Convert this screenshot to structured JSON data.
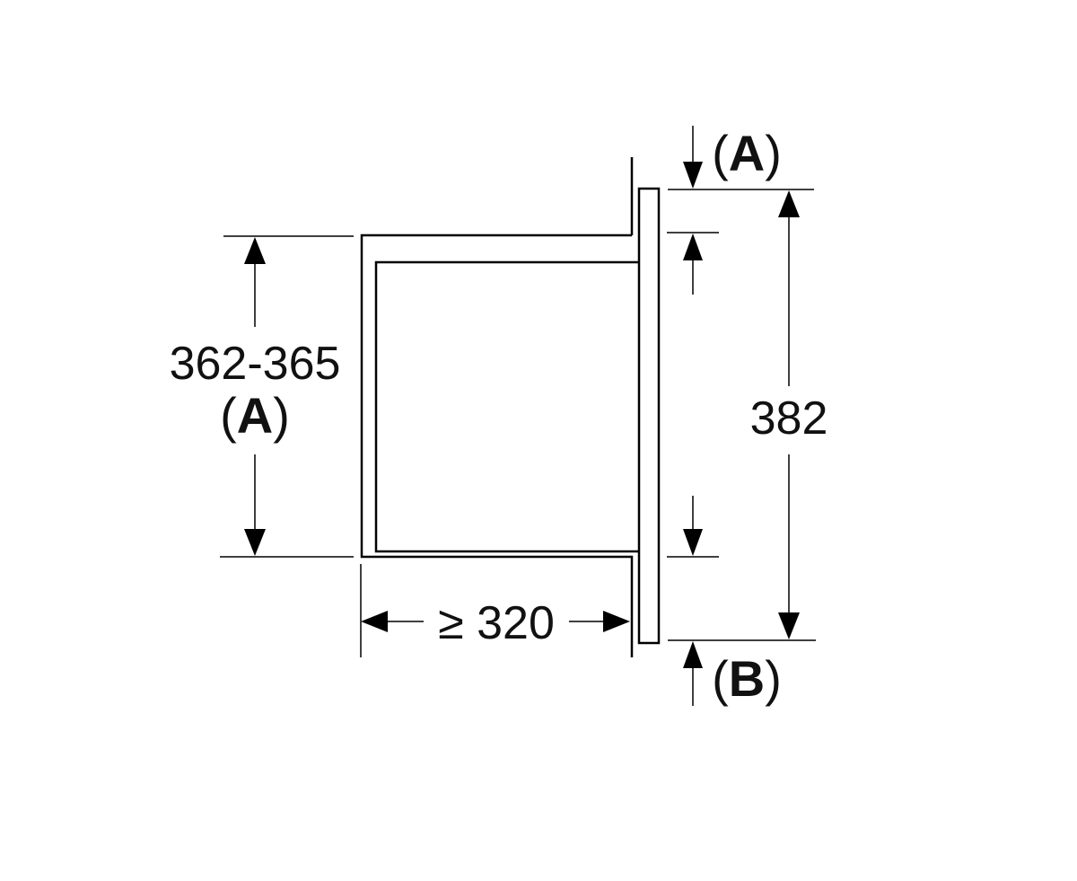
{
  "labels": {
    "height_dimension": "362-365",
    "height_dimension_note": "A",
    "depth_dimension": "≥ 320",
    "front_height_dimension": "382",
    "top_note": "A",
    "bottom_note": "B"
  }
}
